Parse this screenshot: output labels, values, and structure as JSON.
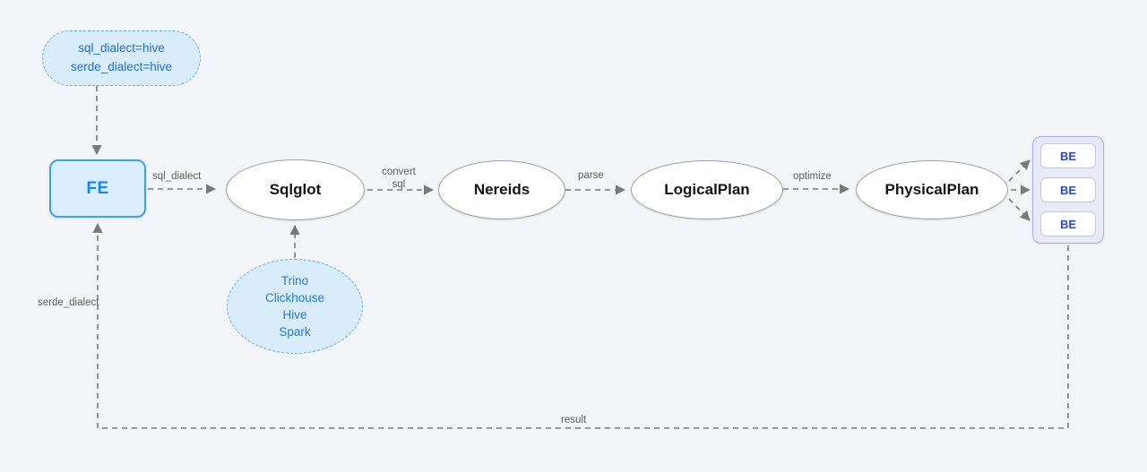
{
  "diagram": {
    "title": "Doris SQL dialect conversion flow",
    "background_color": "#f4f5f9",
    "colors": {
      "accent_blue": "#1684f5",
      "config_fill": "#d9ecfb",
      "config_border": "#5fb3f0",
      "be_group_fill": "#e8eaf8",
      "be_group_border": "#a9b1e8",
      "be_text": "#2b44d6",
      "edge": "#7a7a7a",
      "node_text": "#141414"
    }
  },
  "nodes": {
    "config": {
      "name": "config-pill",
      "lines": [
        "sql_dialect=hive",
        "serde_dialect=hive"
      ]
    },
    "fe": {
      "name": "fe-node",
      "label": "FE"
    },
    "sqlglot": {
      "name": "sqlglot-node",
      "label": "Sqlglot"
    },
    "dialects": {
      "name": "dialect-list",
      "items": [
        "Trino",
        "Clickhouse",
        "Hive",
        "Spark"
      ]
    },
    "nereids": {
      "name": "nereids-node",
      "label": "Nereids"
    },
    "logical_plan": {
      "name": "logical-plan-node",
      "label": "LogicalPlan"
    },
    "physical_plan": {
      "name": "physical-plan-node",
      "label": "PhysicalPlan"
    },
    "be_group": {
      "name": "be-group",
      "items": [
        "BE",
        "BE",
        "BE"
      ]
    }
  },
  "edges": {
    "fe_to_sqlglot": "sql_dialect",
    "sqlglot_to_nereids_line1": "convert",
    "sqlglot_to_nereids_line2": "sql",
    "nereids_to_logical": "parse",
    "logical_to_physical": "optimize",
    "be_to_fe": "serde_dialect",
    "result": "result"
  }
}
